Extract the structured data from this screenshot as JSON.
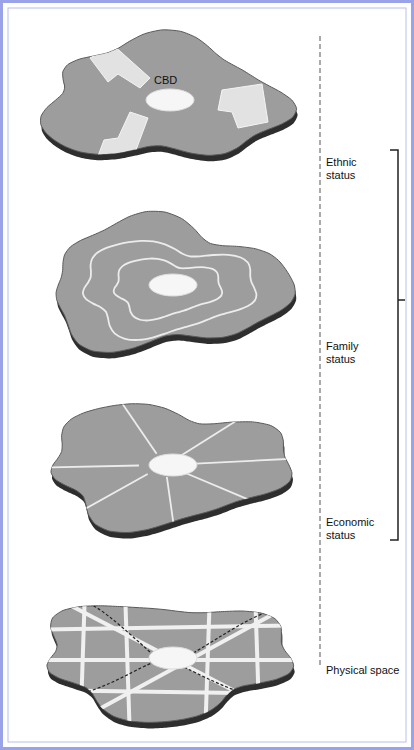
{
  "diagram": {
    "labels": [
      "CBD",
      "Ethnic status",
      "Family status",
      "Economic status",
      "Physical space"
    ]
  }
}
